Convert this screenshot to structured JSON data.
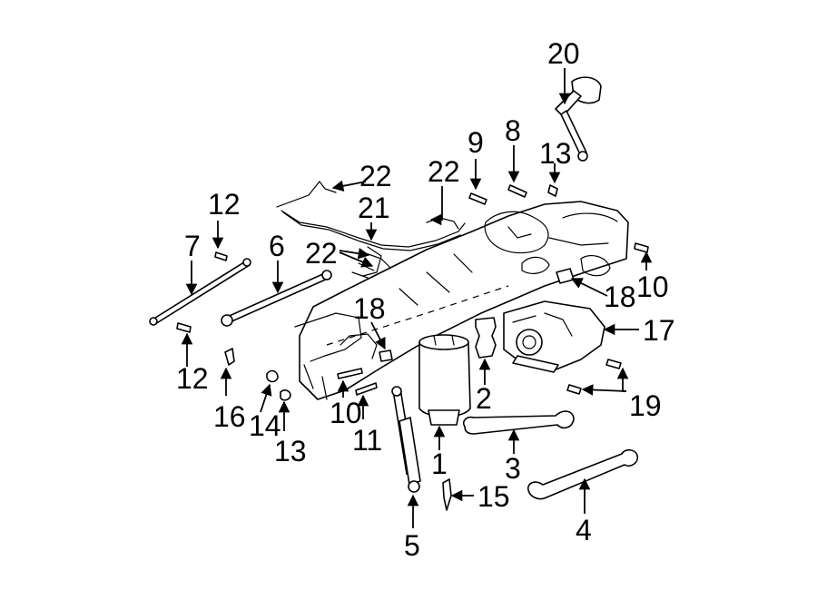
{
  "callouts": [
    {
      "id": "1",
      "label": "1"
    },
    {
      "id": "2",
      "label": "2"
    },
    {
      "id": "3",
      "label": "3"
    },
    {
      "id": "4",
      "label": "4"
    },
    {
      "id": "5",
      "label": "5"
    },
    {
      "id": "6",
      "label": "6"
    },
    {
      "id": "7",
      "label": "7"
    },
    {
      "id": "8",
      "label": "8"
    },
    {
      "id": "9",
      "label": "9"
    },
    {
      "id": "10a",
      "label": "10"
    },
    {
      "id": "10b",
      "label": "10"
    },
    {
      "id": "11",
      "label": "11"
    },
    {
      "id": "12a",
      "label": "12"
    },
    {
      "id": "12b",
      "label": "12"
    },
    {
      "id": "13a",
      "label": "13"
    },
    {
      "id": "13b",
      "label": "13"
    },
    {
      "id": "14",
      "label": "14"
    },
    {
      "id": "15",
      "label": "15"
    },
    {
      "id": "16",
      "label": "16"
    },
    {
      "id": "17",
      "label": "17"
    },
    {
      "id": "18a",
      "label": "18"
    },
    {
      "id": "18b",
      "label": "18"
    },
    {
      "id": "19",
      "label": "19"
    },
    {
      "id": "20",
      "label": "20"
    },
    {
      "id": "21",
      "label": "21"
    },
    {
      "id": "22a",
      "label": "22"
    },
    {
      "id": "22b",
      "label": "22"
    },
    {
      "id": "22c",
      "label": "22"
    }
  ]
}
